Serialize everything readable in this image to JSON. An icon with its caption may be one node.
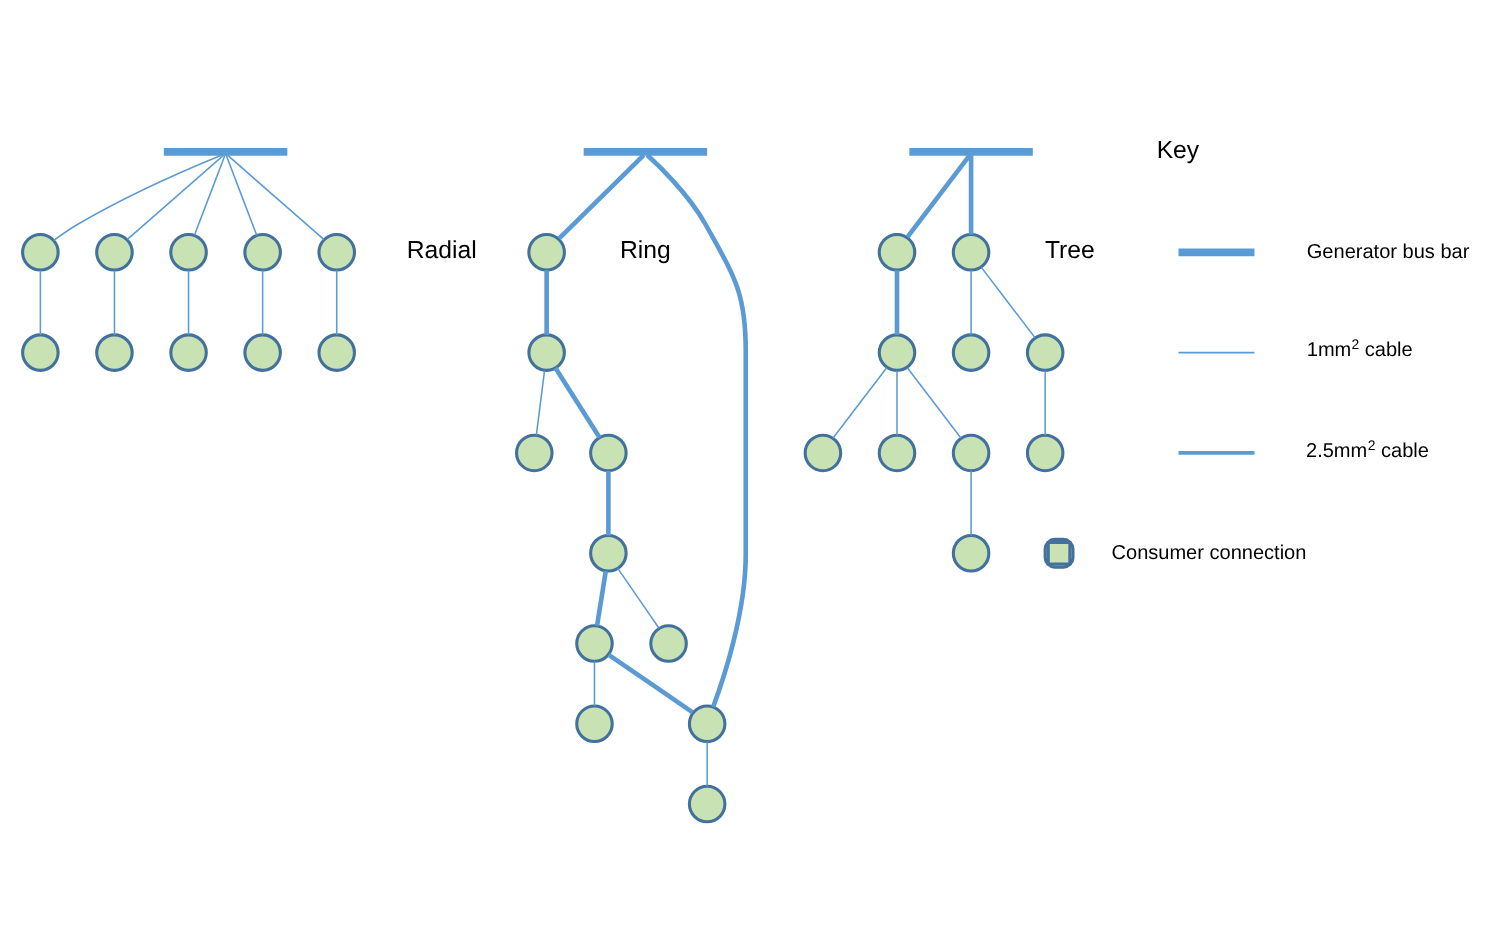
{
  "diagram": {
    "nodes": [
      {
        "text": [],
        "shape": "bar"
      },
      {
        "text": [],
        "shape": "circle"
      },
      {
        "text": [],
        "shape": "circle"
      },
      {
        "text": [],
        "shape": "circle"
      },
      {
        "text": [],
        "shape": "circle"
      },
      {
        "text": [],
        "shape": "circle"
      },
      {
        "text": [],
        "shape": "circle"
      },
      {
        "text": [],
        "shape": "circle"
      },
      {
        "text": [],
        "shape": "circle"
      },
      {
        "text": [],
        "shape": "circle"
      },
      {
        "text": [],
        "shape": "circle"
      },
      {
        "text": [],
        "shape": "bar"
      },
      {
        "text": [],
        "shape": "circle"
      },
      {
        "text": [],
        "shape": "circle"
      },
      {
        "text": [],
        "shape": "circle"
      },
      {
        "text": [],
        "shape": "circle"
      },
      {
        "text": [],
        "shape": "circle"
      },
      {
        "text": [],
        "shape": "circle"
      },
      {
        "text": [],
        "shape": "circle"
      },
      {
        "text": [],
        "shape": "circle"
      },
      {
        "text": [],
        "shape": "circle"
      },
      {
        "text": [],
        "shape": "circle"
      },
      {
        "text": [],
        "shape": "bar"
      },
      {
        "text": [],
        "shape": "circle"
      },
      {
        "text": [],
        "shape": "circle"
      },
      {
        "text": [],
        "shape": "circle"
      },
      {
        "text": [],
        "shape": "circle"
      },
      {
        "text": [],
        "shape": "circle"
      },
      {
        "text": [],
        "shape": "circle"
      },
      {
        "text": [],
        "shape": "circle"
      },
      {
        "text": [],
        "shape": "circle"
      },
      {
        "text": [],
        "shape": "circle"
      },
      {
        "text": [],
        "shape": "circle"
      }
    ],
    "edges": [
      {
        "from": 0,
        "to": 1,
        "arrow": "none"
      },
      {
        "from": 1,
        "to": 3,
        "arrow": "none"
      },
      {
        "from": 0,
        "to": 4,
        "arrow": "none"
      },
      {
        "from": 4,
        "to": 7,
        "arrow": "none"
      },
      {
        "from": 0,
        "to": 9,
        "arrow": "none"
      },
      {
        "from": 9,
        "to": 10,
        "arrow": "none"
      },
      {
        "from": 0,
        "to": 6,
        "arrow": "none"
      },
      {
        "from": 6,
        "to": 8,
        "arrow": "none"
      },
      {
        "from": 0,
        "to": 2,
        "arrow": "none"
      },
      {
        "from": 2,
        "to": 5,
        "arrow": "none"
      },
      {
        "from": 11,
        "to": 12,
        "arrow": "none",
        "style": "thick"
      },
      {
        "from": 12,
        "to": 14,
        "arrow": "none",
        "style": "thick"
      },
      {
        "from": 14,
        "to": 18,
        "arrow": "none",
        "style": "thick"
      },
      {
        "from": 18,
        "to": 20,
        "arrow": "none",
        "style": "thick"
      },
      {
        "from": 20,
        "to": 17,
        "arrow": "none",
        "style": "thick"
      },
      {
        "from": 17,
        "to": 13,
        "arrow": "none",
        "style": "thick"
      },
      {
        "from": 13,
        "to": 11,
        "arrow": "none",
        "style": "thick"
      },
      {
        "from": 14,
        "to": 15,
        "arrow": "none"
      },
      {
        "from": 13,
        "to": 16,
        "arrow": "none"
      },
      {
        "from": 17,
        "to": 19,
        "arrow": "none"
      },
      {
        "from": 20,
        "to": 21,
        "arrow": "none"
      },
      {
        "from": 22,
        "to": 23,
        "arrow": "none",
        "style": "thick"
      },
      {
        "from": 23,
        "to": 26,
        "arrow": "none",
        "style": "thick"
      },
      {
        "from": 22,
        "to": 24,
        "arrow": "none",
        "style": "thick"
      },
      {
        "from": 26,
        "to": 25,
        "arrow": "none"
      },
      {
        "from": 26,
        "to": 30,
        "arrow": "none"
      },
      {
        "from": 26,
        "to": 31,
        "arrow": "none"
      },
      {
        "from": 31,
        "to": 32,
        "arrow": "none"
      },
      {
        "from": 24,
        "to": 27,
        "arrow": "none"
      },
      {
        "from": 24,
        "to": 28,
        "arrow": "none"
      },
      {
        "from": 28,
        "to": 29,
        "arrow": "none"
      }
    ],
    "labels": [
      "Radial",
      "Ring",
      "Tree",
      "Key"
    ],
    "legend": [
      {
        "text": "Generator bus bar"
      },
      {
        "text": "1mm$^{2}$ cable"
      },
      {
        "text": "2.5mm$^{2}$ cable"
      },
      {
        "text": "Consumer connection"
      }
    ]
  }
}
